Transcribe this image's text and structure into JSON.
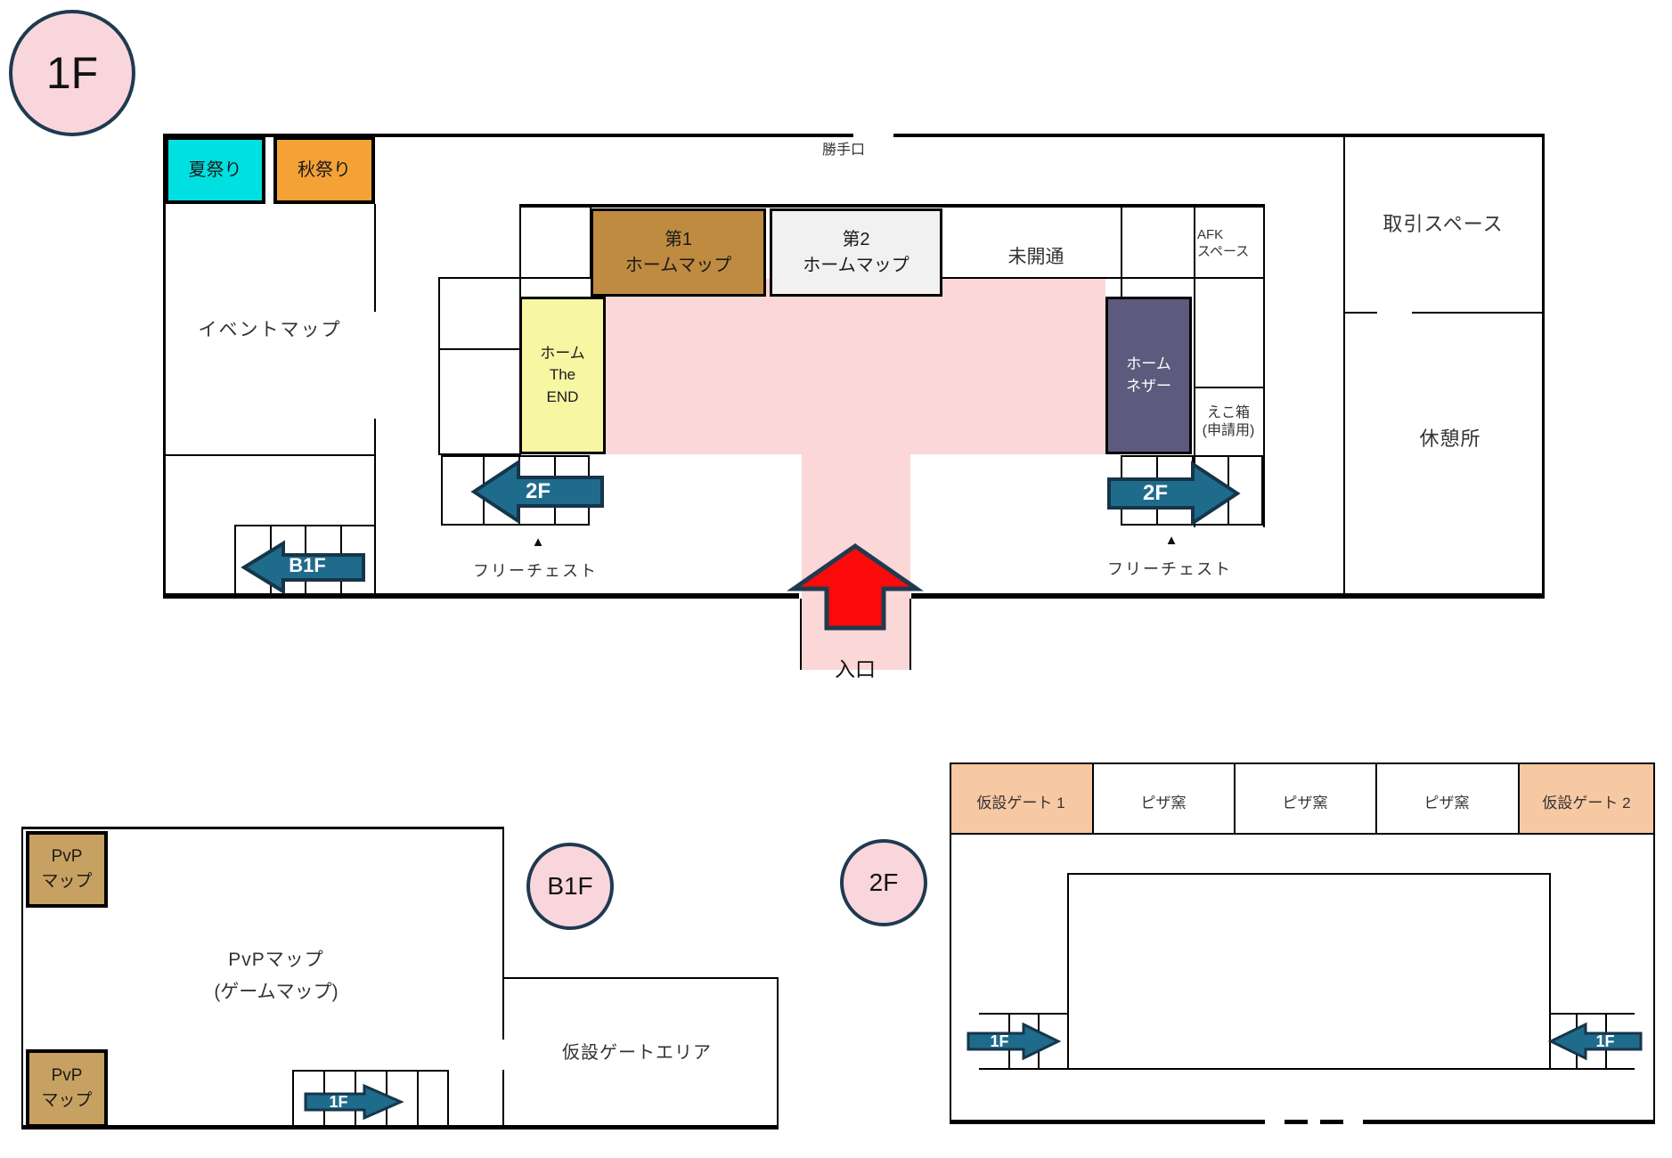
{
  "colors": {
    "badge_fill": "#F9D6DB",
    "badge_border": "#1F3A50",
    "summer_cyan": "#00E0E0",
    "autumn_orange": "#F4A136",
    "home1_brown": "#BE8B40",
    "home2_gray": "#F1F1F1",
    "end_yellow": "#F6F6A3",
    "nether_slate": "#5C5B7D",
    "pink_area": "#FBD7D7",
    "arrow_teal": "#1F6B8C",
    "arrow_border": "#16354A",
    "entrance_red": "#FA0A0A",
    "pvp_tan": "#C7A161",
    "gate_peach": "#F7C9A3"
  },
  "floor1": {
    "badge": "1F",
    "back_door": "勝手口",
    "summer_box": "夏祭り",
    "autumn_box": "秋祭り",
    "event_room": "イベントマップ",
    "home1_line1": "第1",
    "home1_line2": "ホームマップ",
    "home2_line1": "第2",
    "home2_line2": "ホームマップ",
    "unopened": "未開通",
    "afk_line1": "AFK",
    "afk_line2": "スペース",
    "trade_room": "取引スペース",
    "rest_room": "休憩所",
    "end_line1": "ホーム",
    "end_line2": "The",
    "end_line3": "END",
    "nether_line1": "ホーム",
    "nether_line2": "ネザー",
    "ecobox_line1": "えこ箱",
    "ecobox_line2": "(申請用)",
    "stairs_up_left": "2F",
    "stairs_up_right": "2F",
    "stairs_down": "B1F",
    "chest_marker_left": "▲",
    "chest_marker_right": "▲",
    "free_chest_left": "フリーチェスト",
    "free_chest_right": "フリーチェスト",
    "entrance": "入口"
  },
  "b1f": {
    "badge": "B1F",
    "pvp_top_line1": "PvP",
    "pvp_top_line2": "マップ",
    "pvp_bottom_line1": "PvP",
    "pvp_bottom_line2": "マップ",
    "room_line1": "PvPマップ",
    "room_line2": "(ゲームマップ)",
    "gate_area": "仮設ゲートエリア",
    "stairs_up": "1F"
  },
  "floor2": {
    "badge": "2F",
    "cells": [
      "仮設ゲート 1",
      "ピザ窯",
      "ピザ窯",
      "ピザ窯",
      "仮設ゲート 2"
    ],
    "stairs_left": "1F",
    "stairs_right": "1F"
  }
}
